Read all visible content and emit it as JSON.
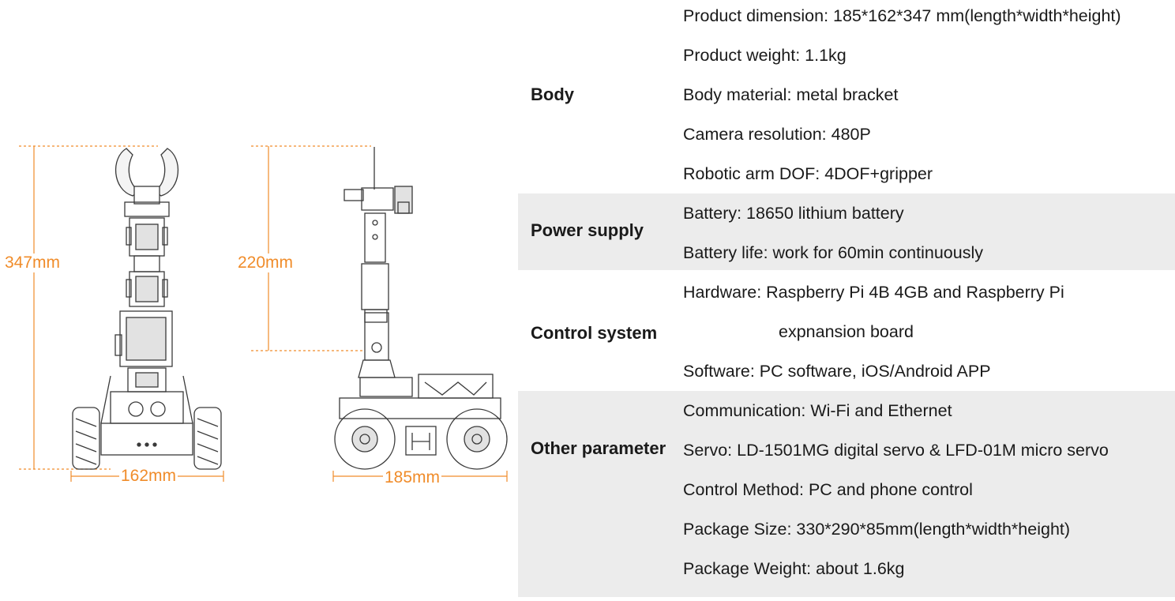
{
  "dimensions": {
    "front_height": "347mm",
    "front_width": "162mm",
    "side_height": "220mm",
    "side_length": "185mm"
  },
  "colors": {
    "dimension_accent": "#f08c2a",
    "shaded_row": "#ececec",
    "line_art": "#3a3a3a"
  },
  "specs": {
    "body": {
      "label": "Body",
      "rows": [
        "Product dimension: 185*162*347 mm(length*width*height)",
        "Product weight: 1.1kg",
        "Body material: metal bracket",
        "Camera resolution: 480P",
        "Robotic arm DOF: 4DOF+gripper"
      ]
    },
    "power": {
      "label": "Power supply",
      "rows": [
        "Battery: 18650 lithium battery",
        "Battery life: work for 60min continuously"
      ]
    },
    "control": {
      "label": "Control system",
      "rows": [
        "Hardware: Raspberry Pi 4B 4GB and Raspberry Pi",
        "expnansion board",
        "Software: PC software, iOS/Android APP"
      ]
    },
    "other": {
      "label": "Other parameter",
      "rows": [
        "Communication: Wi-Fi and Ethernet",
        "Servo: LD-1501MG digital servo & LFD-01M micro servo",
        "Control Method: PC and phone control",
        "Package Size: 330*290*85mm(length*width*height)",
        "Package Weight: about 1.6kg"
      ]
    }
  }
}
